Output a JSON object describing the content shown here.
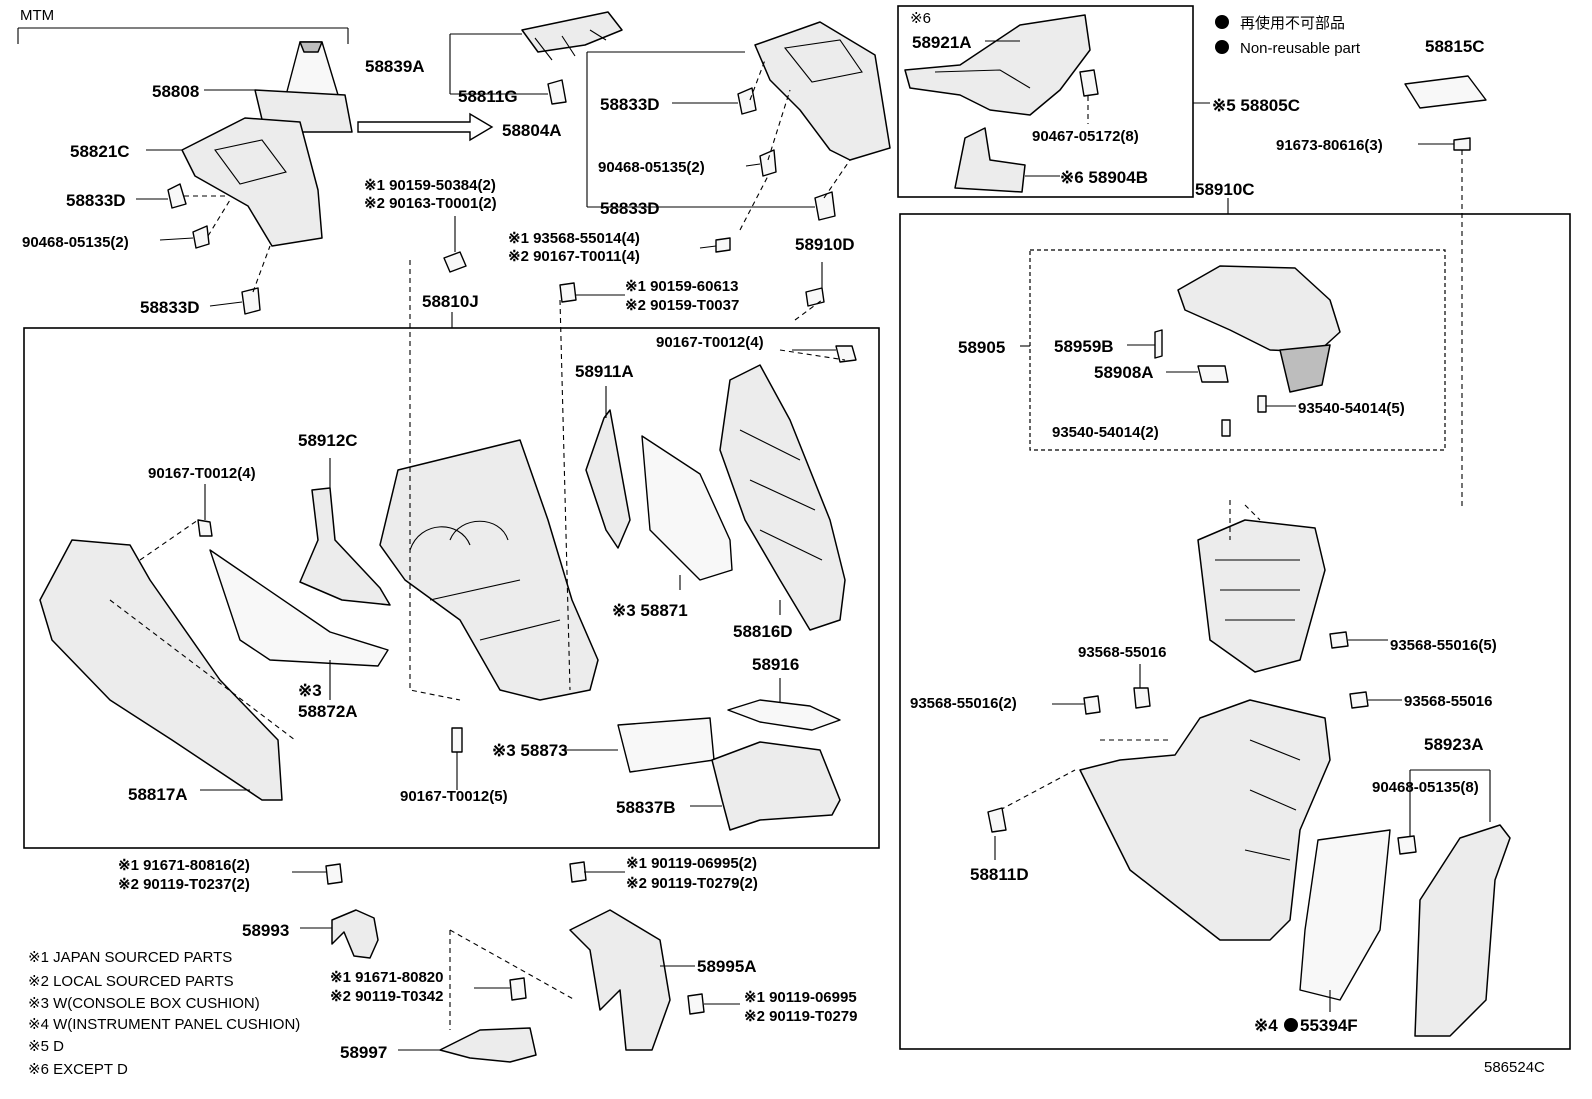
{
  "header": {
    "variant": "MTM"
  },
  "legend": {
    "items": [
      {
        "symbol": "●",
        "text": "再使用不可部品"
      },
      {
        "symbol": "●",
        "text": "Non-reusable part"
      }
    ]
  },
  "notes": [
    "※1 JAPAN SOURCED PARTS",
    "※2 LOCAL SOURCED PARTS",
    "※3 W(CONSOLE BOX CUSHION)",
    "※4 W(INSTRUMENT PANEL CUSHION)",
    "※5 D",
    "※6 EXCEPT D"
  ],
  "diagram_id": "586524C",
  "parts": {
    "p58808": "58808",
    "p58839A": "58839A",
    "p58811G": "58811G",
    "p58833D_a": "58833D",
    "p58804A": "58804A",
    "p90468_a": "90468-05135(2)",
    "p58833D_b": "58833D",
    "p58821C": "58821C",
    "p58833D_c": "58833D",
    "p90468_b": "90468-05135(2)",
    "p58833D_d": "58833D",
    "p90159_50384": "※1 90159-50384(2)",
    "p90163_T0001": "※2 90163-T0001(2)",
    "p93568_55014": "※1 93568-55014(4)",
    "p90167_T0011": "※2 90167-T0011(4)",
    "p58910D": "58910D",
    "p58810J": "58810J",
    "p90159_60613": "※1 90159-60613",
    "p90159_T0037": "※2 90159-T0037",
    "p90167_T0012_top": "90167-T0012(4)",
    "p58911A": "58911A",
    "p58912C": "58912C",
    "p90167_T0012_left": "90167-T0012(4)",
    "p58871": "※3 58871",
    "p58816D": "58816D",
    "p58916": "58916",
    "p58872A_note": "※3",
    "p58872A": "58872A",
    "p58873": "※3 58873",
    "p58817A": "58817A",
    "p90167_T0012_bot": "90167-T0012(5)",
    "p58837B": "58837B",
    "p58921A_note": "※6",
    "p58921A": "58921A",
    "p90467_05172": "90467-05172(8)",
    "p58805C": "※5 58805C",
    "p58904B": "※6 58904B",
    "p58910C": "58910C",
    "p58815C": "58815C",
    "p91673_80616": "91673-80616(3)",
    "p58905": "58905",
    "p58959B": "58959B",
    "p58908A": "58908A",
    "p93540_54014_5": "93540-54014(5)",
    "p93540_54014_2": "93540-54014(2)",
    "p93568_55016_5": "93568-55016(5)",
    "p93568_55016_a": "93568-55016",
    "p93568_55016_2": "93568-55016(2)",
    "p93568_55016_b": "93568-55016",
    "p58923A": "58923A",
    "p90468_05135_8": "90468-05135(8)",
    "p58811D": "58811D",
    "p55394F_note": "※4",
    "p55394F": "55394F",
    "p91671_80816": "※1 91671-80816(2)",
    "p90119_T0237": "※2 90119-T0237(2)",
    "p58993": "58993",
    "p90119_06995_2": "※1 90119-06995(2)",
    "p90119_T0279_2": "※2 90119-T0279(2)",
    "p58995A": "58995A",
    "p91671_80820": "※1 91671-80820",
    "p90119_T0342": "※2 90119-T0342",
    "p90119_06995": "※1 90119-06995",
    "p90119_T0279": "※2 90119-T0279",
    "p58997": "58997"
  }
}
